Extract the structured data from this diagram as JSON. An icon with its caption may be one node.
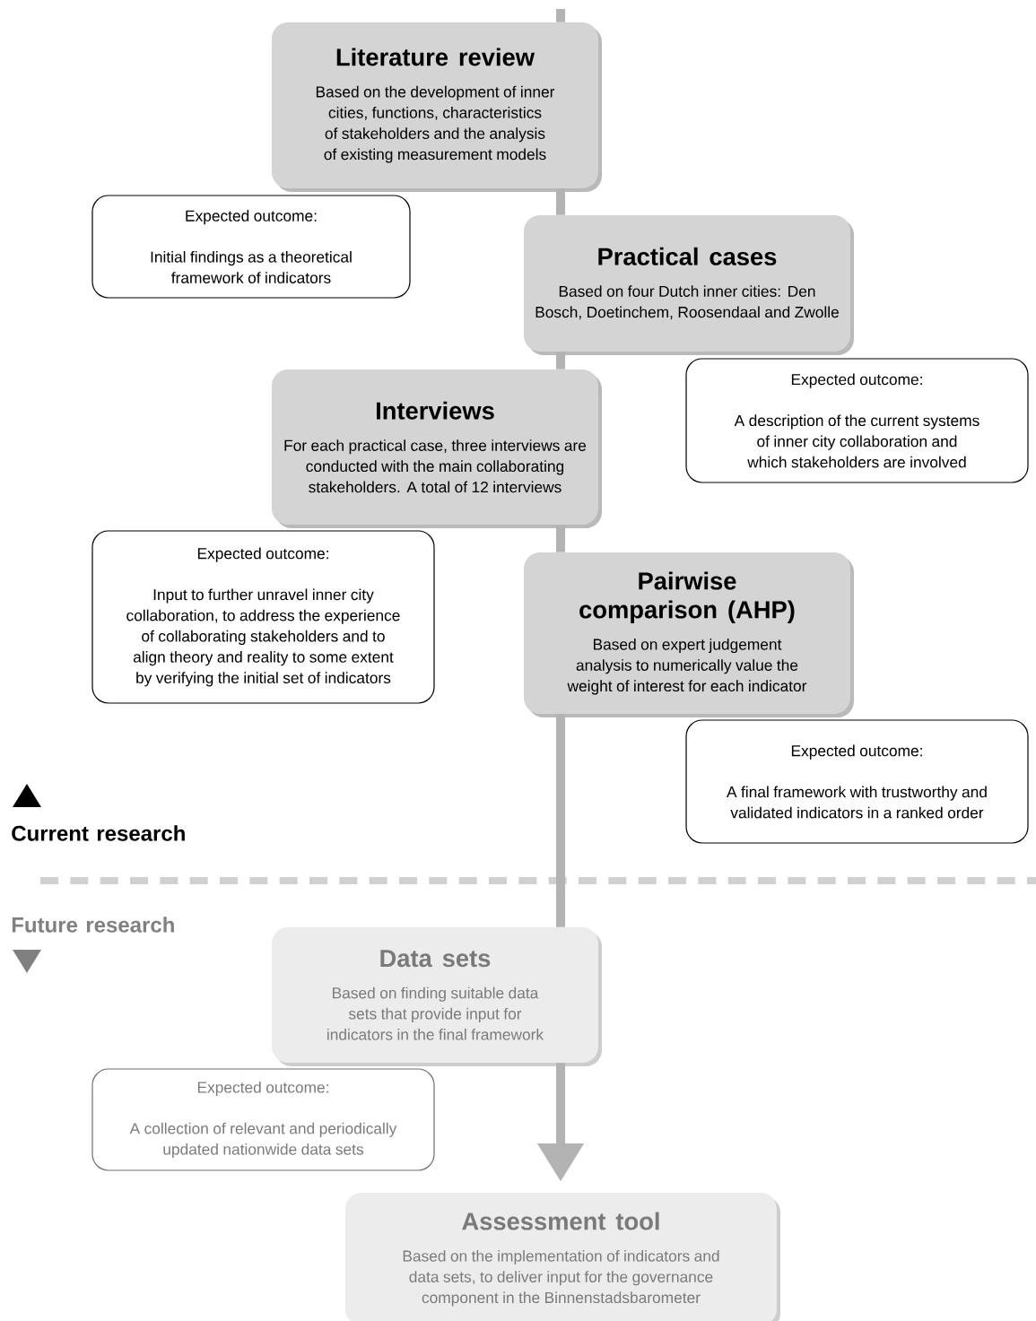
{
  "diagram": {
    "nodes": [
      {
        "text": [
          "Literature review",
          "Based on the development of inner cities, functions, characteristics of stakeholders and the analysis of existing measurement models"
        ]
      },
      {
        "text": [
          "Expected outcome:",
          "Initial findings as a theoretical framework of indicators"
        ]
      },
      {
        "text": [
          "Practical cases",
          "Based on four Dutch inner cities: Den Bosch, Doetinchem, Roosendaal and Zwolle"
        ]
      },
      {
        "text": [
          "Expected outcome:",
          "A description of the current systems of inner city collaboration and which stakeholders are involved"
        ]
      },
      {
        "text": [
          "Interviews",
          "For each practical case, three interviews are conducted with the main collaborating stakeholders. A total of 12 interviews"
        ]
      },
      {
        "text": [
          "Expected outcome:",
          "Input to further unravel inner city collaboration, to address the experience of collaborating stakeholders and to align theory and reality to some extent by verifying the initial set of indicators"
        ]
      },
      {
        "text": [
          "Pairwise comparison (AHP)",
          "Based on expert judgement analysis to numerically value the weight of interest for each indicator"
        ]
      },
      {
        "text": [
          "Expected outcome:",
          "A final framework with trustworthy and validated indicators in a ranked order"
        ]
      },
      {
        "text": [
          "Data sets",
          "Based on finding suitable data sets that provide input for indicators in the final framework"
        ]
      },
      {
        "text": [
          "Expected outcome:",
          "A collection of relevant and periodically updated nationwide data sets"
        ]
      },
      {
        "text": [
          "Assessment tool",
          "Based on the implementation of indicators and data sets, to deliver input for the governance component in the Binnenstadsbarometer"
        ]
      }
    ],
    "edges": [
      {
        "from": null,
        "to": 0,
        "arrow": "none"
      },
      {
        "from": 0,
        "to": 2,
        "arrow": "none"
      },
      {
        "from": 2,
        "to": 4,
        "arrow": "none"
      },
      {
        "from": 4,
        "to": 6,
        "arrow": "none"
      },
      {
        "from": 6,
        "to": 8,
        "arrow": "none"
      },
      {
        "from": 8,
        "to": 10,
        "arrow": "to"
      }
    ],
    "labels": [
      "Current research",
      "Future research"
    ]
  }
}
